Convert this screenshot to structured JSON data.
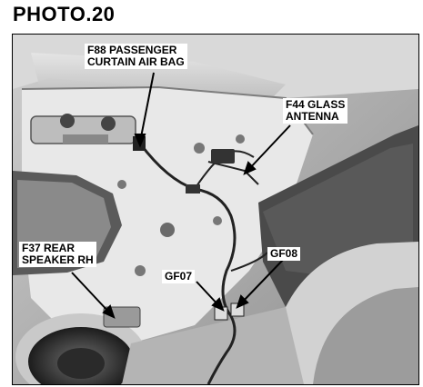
{
  "title": "PHOTO.20",
  "labels": {
    "f88": "F88 PASSENGER\nCURTAIN AIR BAG",
    "f44": "F44 GLASS\nANTENNA",
    "f37": "F37 REAR\nSPEAKER RH",
    "gf07": "GF07",
    "gf08": "GF08"
  }
}
